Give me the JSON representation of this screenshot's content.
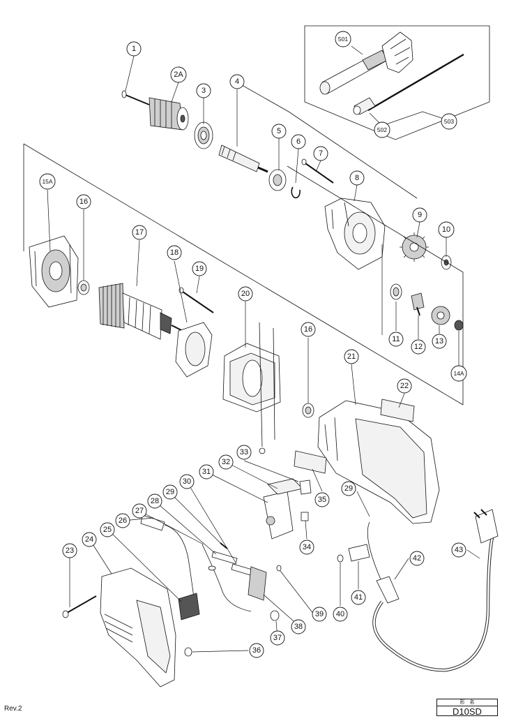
{
  "document": {
    "model": "D10SD",
    "model_header": "形　名",
    "revision": "Rev.2"
  },
  "callouts": [
    "1",
    "2A",
    "3",
    "4",
    "5",
    "6",
    "7",
    "8",
    "9",
    "10",
    "11",
    "12",
    "13",
    "14A",
    "15A",
    "16",
    "16",
    "17",
    "18",
    "19",
    "20",
    "21",
    "22",
    "23",
    "24",
    "25",
    "26",
    "27",
    "28",
    "29",
    "29",
    "30",
    "31",
    "32",
    "33",
    "34",
    "35",
    "36",
    "37",
    "38",
    "39",
    "40",
    "41",
    "42",
    "43",
    "501",
    "502",
    "503"
  ]
}
